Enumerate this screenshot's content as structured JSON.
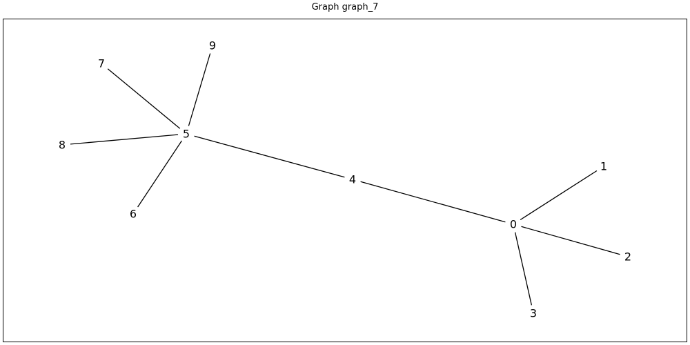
{
  "title": "Graph graph_7",
  "nodes": [
    {
      "id": "0"
    },
    {
      "id": "1"
    },
    {
      "id": "2"
    },
    {
      "id": "3"
    },
    {
      "id": "4"
    },
    {
      "id": "5"
    },
    {
      "id": "6"
    },
    {
      "id": "7"
    },
    {
      "id": "8"
    },
    {
      "id": "9"
    }
  ],
  "edges": [
    [
      "0",
      "1"
    ],
    [
      "0",
      "2"
    ],
    [
      "0",
      "3"
    ],
    [
      "0",
      "4"
    ],
    [
      "4",
      "5"
    ],
    [
      "5",
      "6"
    ],
    [
      "5",
      "7"
    ],
    [
      "5",
      "8"
    ],
    [
      "5",
      "9"
    ]
  ],
  "colors": {
    "edge": "#000000",
    "label": "#000000",
    "background": "#ffffff"
  }
}
